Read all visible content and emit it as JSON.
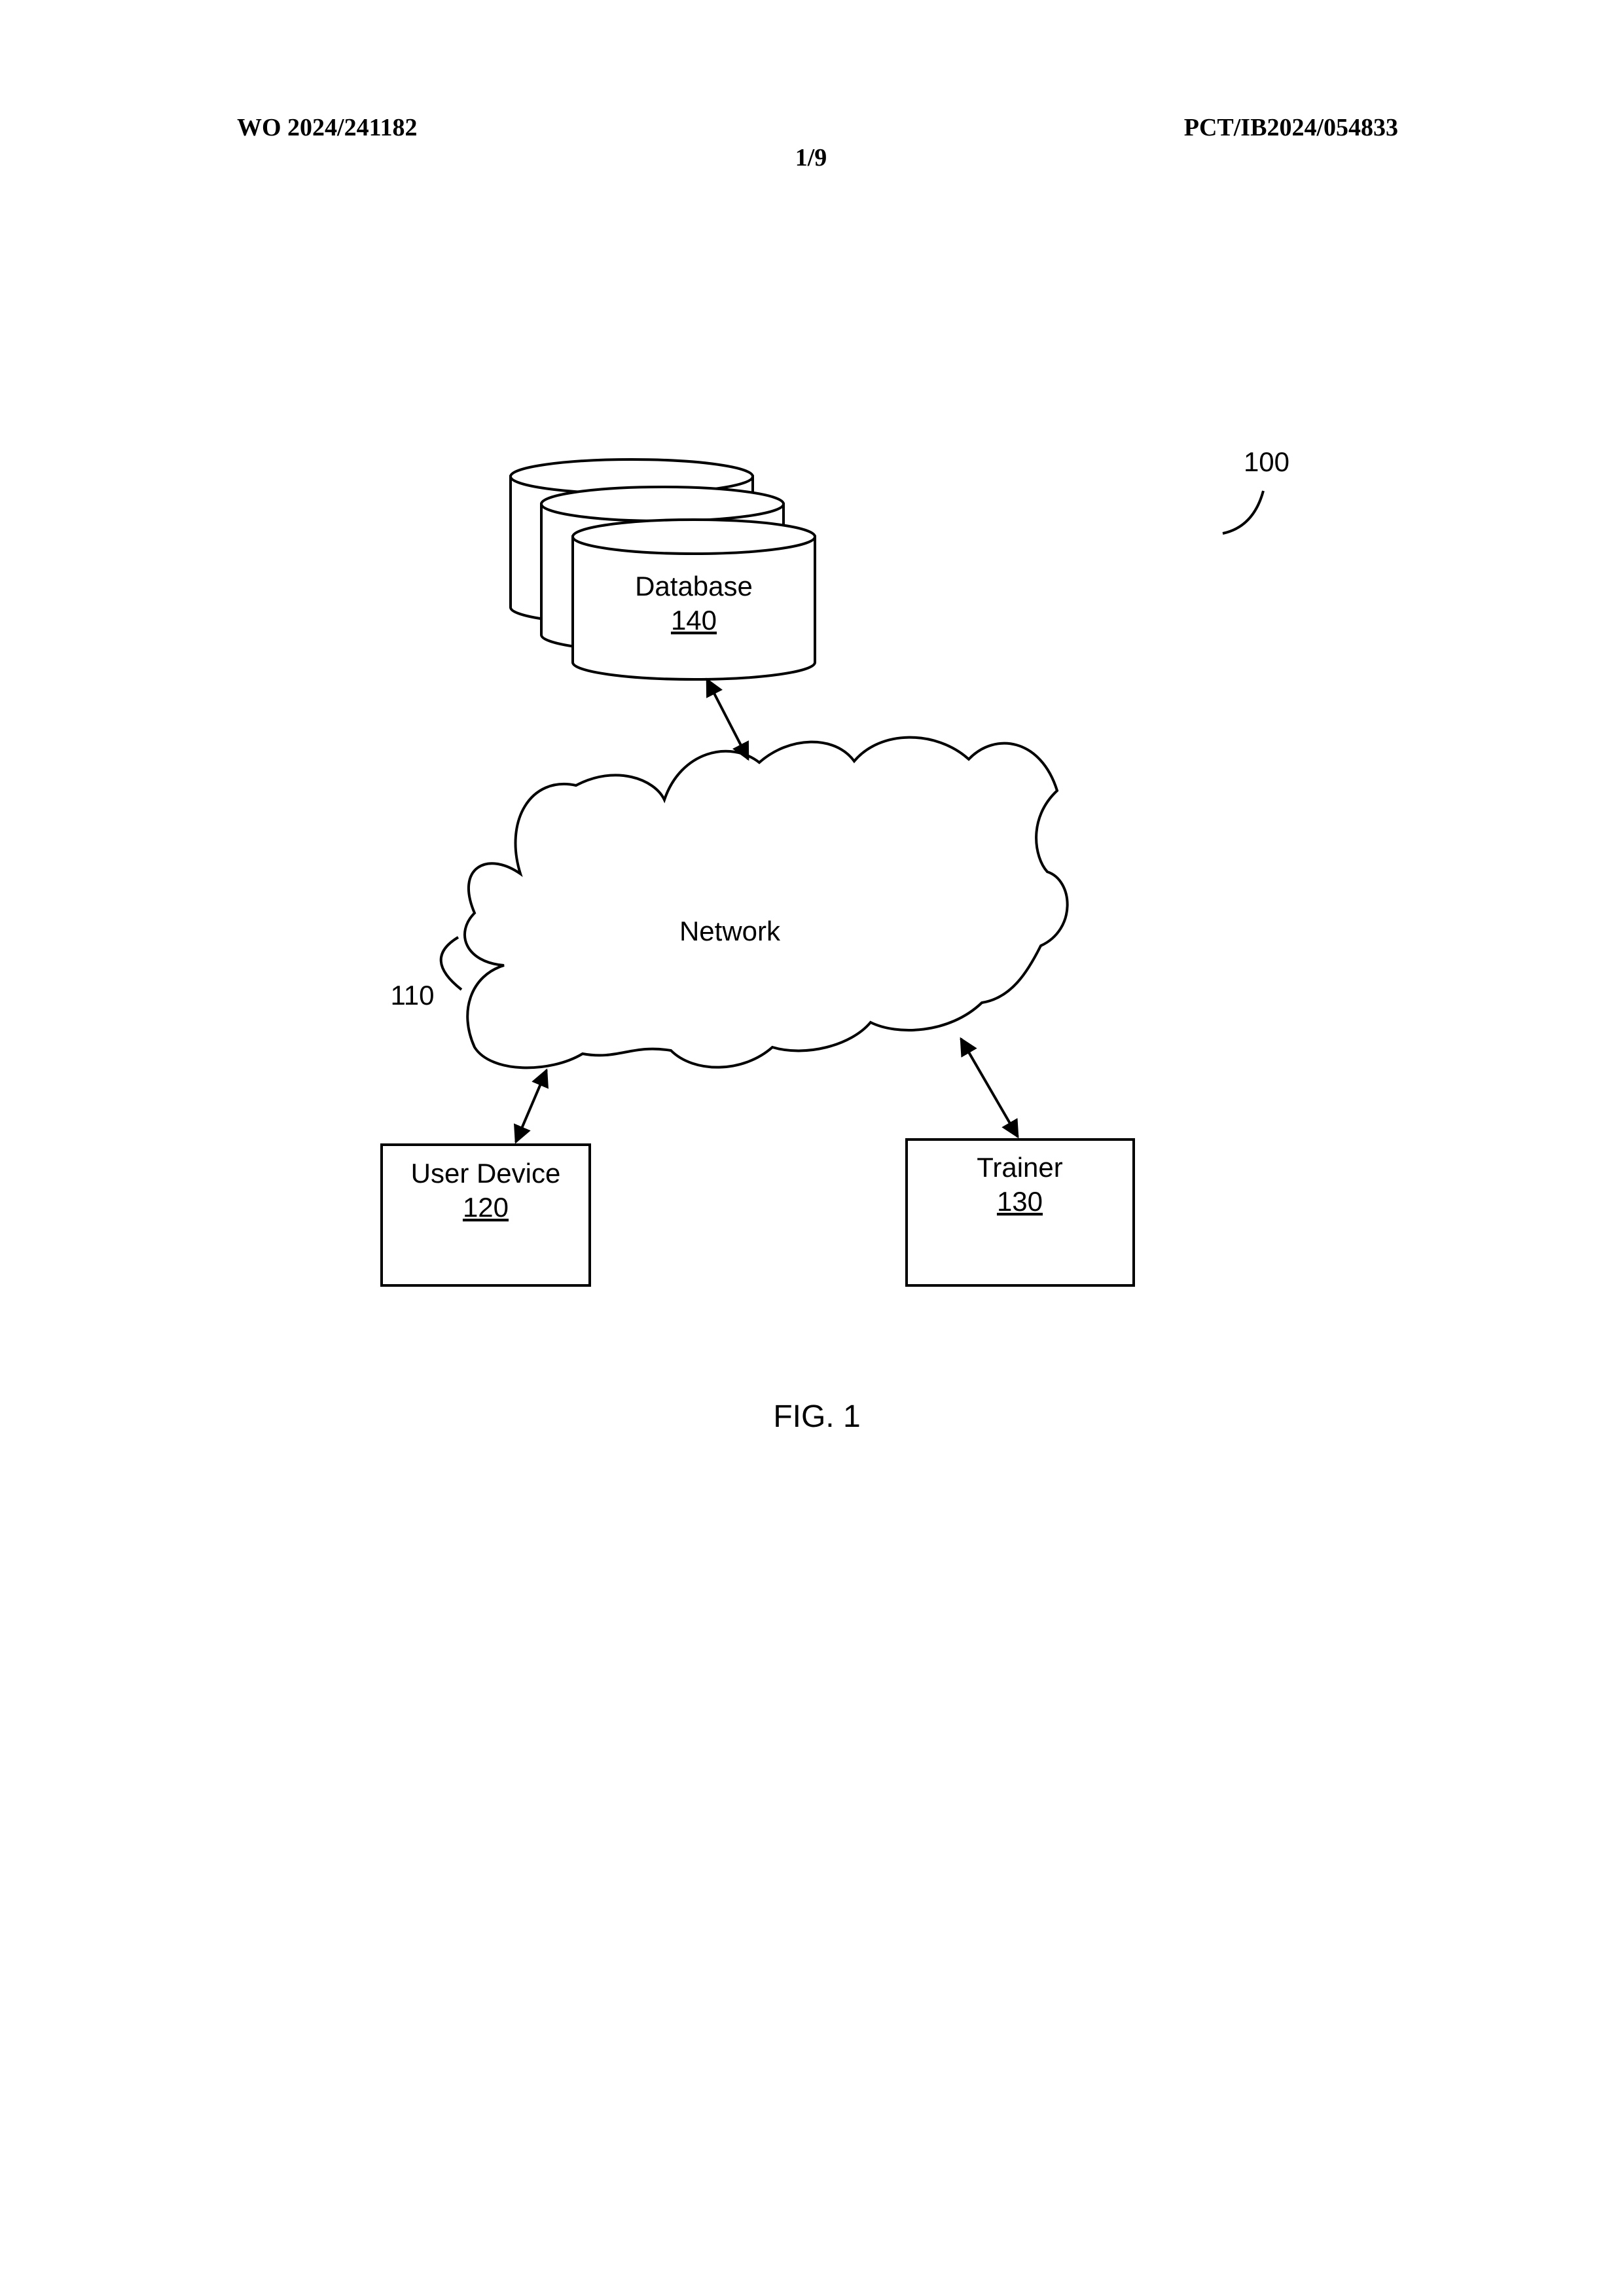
{
  "header": {
    "publication_number": "WO 2024/241182",
    "application_number": "PCT/IB2024/054833",
    "sheet": "1/9"
  },
  "figure": {
    "system_ref": "100",
    "network": {
      "label": "Network",
      "ref": "110"
    },
    "database": {
      "label": "Database",
      "ref": "140"
    },
    "user_device": {
      "label": "User Device",
      "ref": "120"
    },
    "trainer": {
      "label": "Trainer",
      "ref": "130"
    },
    "caption": "FIG. 1"
  }
}
